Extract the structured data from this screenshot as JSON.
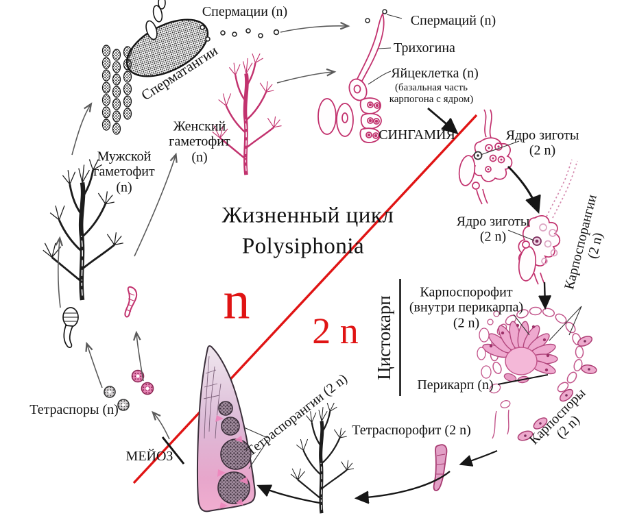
{
  "diagram": {
    "title": {
      "line1": "Жизненный цикл",
      "line2": "Polysiphonia"
    },
    "phases": {
      "haploid": "n",
      "diploid": "2 n"
    },
    "labels": {
      "spermatia_plural": "Спермации (n)",
      "spermatangia": "Сперматангии",
      "female_gametophyte": "Женский\nгаметофит\n(n)",
      "male_gametophyte": "Мужской\nгаметофит\n(n)",
      "spermatium": "Спермаций (n)",
      "trichogyne": "Трихогина",
      "egg_cell": "Яйцеклетка (n)",
      "egg_cell_note": "(базальная часть\nкарпогона с ядром)",
      "syngamy": "СИНГАМИЯ",
      "zygote_nucleus_top": "Ядро зиготы\n(2 n)",
      "zygote_nucleus_bottom": "Ядро зиготы\n(2 n)",
      "carposporangia": "Карпоспорангии (2 n)",
      "cystocarp": "Цистокарп",
      "carposporophyte": "Карпоспорофит\n(внутри перикарпа)\n(2 n)",
      "pericarp": "Перикарп (n)",
      "carpospores": "Карпоспоры (2 n)",
      "tetrasporophyte": "Тетраспорофит (2 n)",
      "tetrasporangia": "Тетраспорангии (2 n)",
      "meiosis": "МЕЙОЗ",
      "tetraspores": "Тетраспоры (n)"
    },
    "colors": {
      "algae_pink": "#c2326e",
      "light_pink_fill": "#f0b0d2",
      "divider_red": "#e01414",
      "ink": "#141414"
    }
  }
}
